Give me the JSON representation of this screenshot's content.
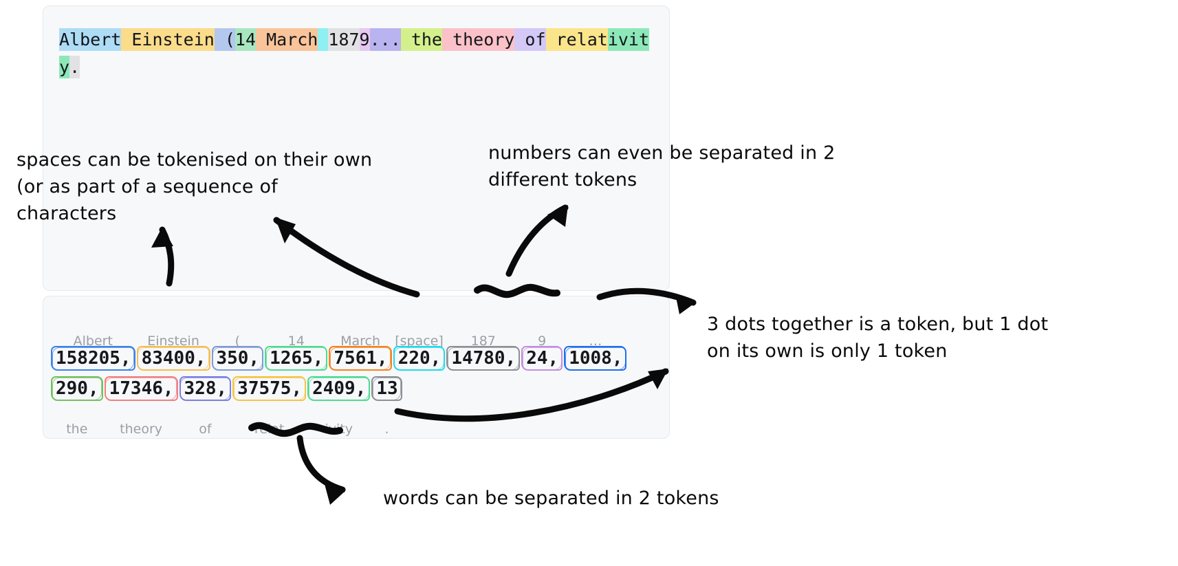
{
  "text_panel": {
    "name": "tokenised-text-preview",
    "segments": [
      {
        "text": "Albert",
        "color": "#aedcf5"
      },
      {
        "text": " Einstein",
        "color": "#fbdc8a"
      },
      {
        "text": " ",
        "color": "#b3c7ef"
      },
      {
        "text": "(",
        "color": "#b3c7ef"
      },
      {
        "text": "14",
        "color": "#a8e6bf"
      },
      {
        "text": " March",
        "color": "#f9c49a"
      },
      {
        "text": " ",
        "color": "#8ef0f2"
      },
      {
        "text": "187",
        "color": "#e2e2e4"
      },
      {
        "text": "9",
        "color": "#e6c8f0"
      },
      {
        "text": "...",
        "color": "#b9b4ef"
      },
      {
        "text": " the",
        "color": "#d4f08c"
      },
      {
        "text": " theory",
        "color": "#fbc1c9"
      },
      {
        "text": " of",
        "color": "#d4c8f7"
      },
      {
        "text": " relat",
        "color": "#fbe58a"
      },
      {
        "text": "ivity",
        "color": "#8ce8b8"
      },
      {
        "text": ".",
        "color": "#e2e2e4"
      }
    ]
  },
  "token_panel": {
    "name": "token-id-grid",
    "ellipsis": "…",
    "labels_top": [
      "Albert",
      "Einstein",
      "(",
      "14",
      "March",
      "[space]",
      "187",
      "9",
      "…"
    ],
    "labels_bottom": [
      "the",
      "theory",
      "of",
      "relat",
      "ivity",
      "."
    ],
    "rows": [
      [
        {
          "id": "158205,",
          "color": "#3b82e8"
        },
        {
          "id": "83400,",
          "color": "#f5bd52"
        },
        {
          "id": "350,",
          "color": "#7d9ad6"
        },
        {
          "id": "1265,",
          "color": "#4ddb91"
        },
        {
          "id": "7561,",
          "color": "#f58220"
        },
        {
          "id": "220,",
          "color": "#1fd9ee"
        },
        {
          "id": "14780,",
          "color": "#8d9095"
        },
        {
          "id": "24,",
          "color": "#c38ce0"
        },
        {
          "id": "1008,",
          "color": "#1f6ff0"
        }
      ],
      [
        {
          "id": "290,",
          "color": "#74c060"
        },
        {
          "id": "17346,",
          "color": "#f08080"
        },
        {
          "id": "328,",
          "color": "#7b7fe0"
        },
        {
          "id": "37575,",
          "color": "#f5c542"
        },
        {
          "id": "2409,",
          "color": "#4ddb91"
        },
        {
          "id": "13",
          "color": "#8d9095"
        }
      ]
    ]
  },
  "notes": {
    "spaces": "spaces can be tokenised on their own\n(or as part of a sequence of\ncharacters",
    "numbers": "numbers can even be separated in 2\ndifferent tokens",
    "dots": "3 dots together is a token, but 1 dot\non its own is only 1 token",
    "words": "words can be separated in 2 tokens"
  },
  "colors": {
    "panel_bg": "#f7f8fa",
    "panel_border": "#e6e8ec",
    "label_grey": "#9aa0a6",
    "ink_black": "#0a0a0a",
    "page_bg": "#ffffff"
  }
}
